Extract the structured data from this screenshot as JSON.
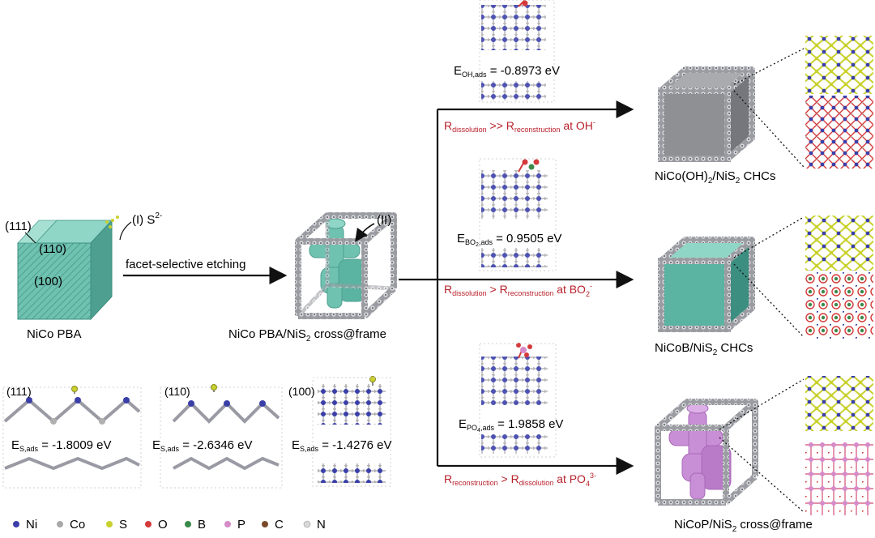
{
  "colors": {
    "teal": "#6fc2b0",
    "teal_dark": "#3c8f80",
    "gray_shell": "#8e9094",
    "purple": "#c98fd6",
    "arrow": "#111111",
    "red_text": "#b8202a",
    "ni": "#3a3fa8",
    "co": "#a8a8a8",
    "s": "#c9d12e",
    "o": "#d43a3a",
    "b": "#3a8a4a",
    "p": "#d68bc9",
    "c": "#7a4a2a",
    "n": "#d8d8d8"
  },
  "labels": {
    "facet_111": "(111)",
    "facet_110": "(110)",
    "facet_100": "(100)",
    "sulfide_label": "(I) S",
    "sulfide_sup": "2-",
    "step_ii": "(II)",
    "etching": "facet-selective etching",
    "pba_name": "NiCo PBA",
    "cross_frame_name": "NiCo PBA/NiS",
    "cross_frame_sub": "2",
    "cross_frame_tail": " cross@frame",
    "product_oh": "NiCo(OH)",
    "product_oh_sub1": "2",
    "product_oh_mid": "/NiS",
    "product_oh_sub2": "2",
    "product_oh_tail": " CHCs",
    "product_b": "NiCoB/NiS",
    "product_b_sub": "2",
    "product_b_tail": " CHCs",
    "product_p": "NiCoP/NiS",
    "product_p_sub": "2",
    "product_p_tail": " cross@frame"
  },
  "energies": {
    "oh": {
      "sub": "OH,ads",
      "value": " = -0.8973 eV"
    },
    "bo2": {
      "sub": "BO",
      "sub2": "2",
      "sub3": ",ads",
      "value": " = 0.9505 eV"
    },
    "po4": {
      "sub": "PO",
      "sub2": "4",
      "sub3": ",ads",
      "value": " = 1.9858 eV"
    },
    "s111": {
      "facet": "(111)",
      "sub": "S,ads",
      "value": " = -1.8009 eV"
    },
    "s110": {
      "facet": "(110)",
      "sub": "S,ads",
      "value": " = -2.6346 eV"
    },
    "s100": {
      "facet": "(100)",
      "sub": "S,ads",
      "value": " = -1.4276 eV"
    }
  },
  "rates": {
    "oh": {
      "r1": "dissolution",
      "op": " >> R",
      "r2": "reconstruction",
      "tail": " at OH",
      "sup": "-"
    },
    "bo2": {
      "r1": "dissolution",
      "op": " > R",
      "r2": "reconstruction",
      "tail": " at BO",
      "sub": "2",
      "sup": "-"
    },
    "po4": {
      "r1": "reconstruction",
      "op": " > R",
      "r2": "dissolution",
      "tail": " at PO",
      "sub": "4",
      "sup": "3-"
    }
  },
  "legend": [
    {
      "label": "Ni",
      "color": "#3a3fa8"
    },
    {
      "label": "Co",
      "color": "#a8a8a8"
    },
    {
      "label": "S",
      "color": "#c9d12e"
    },
    {
      "label": "O",
      "color": "#d43a3a"
    },
    {
      "label": "B",
      "color": "#3a8a4a"
    },
    {
      "label": "P",
      "color": "#d68bc9"
    },
    {
      "label": "C",
      "color": "#7a4a2a"
    },
    {
      "label": "N",
      "color": "#d8d8d8"
    }
  ]
}
